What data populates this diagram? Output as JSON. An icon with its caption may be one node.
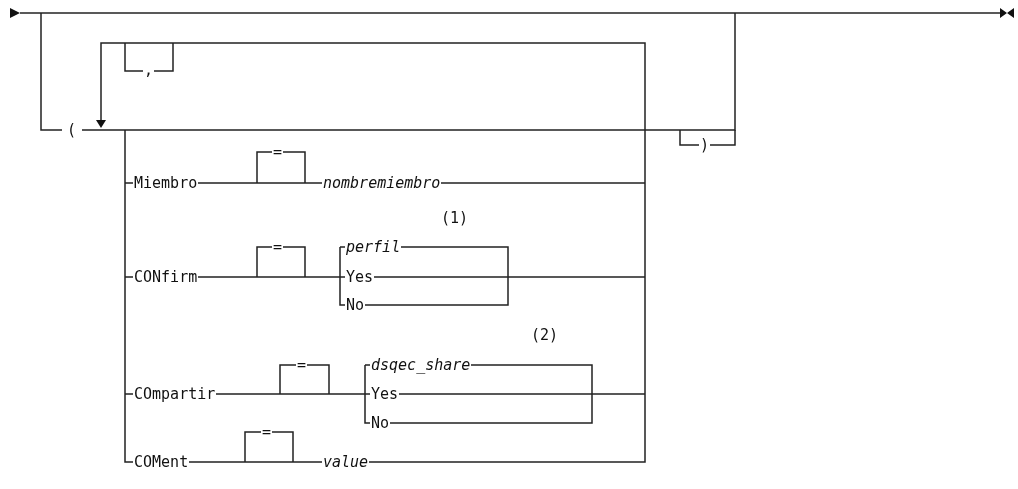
{
  "diagram": {
    "labels": [
      ",",
      "(",
      ")",
      "Miembro",
      "=",
      "nombremiembro",
      "(1)",
      "CONfirm",
      "=",
      "perfil",
      "Yes",
      "No",
      "(2)",
      "COmpartir",
      "=",
      "dsqec_share",
      "Yes",
      "No",
      "COMent",
      "=",
      "value"
    ]
  }
}
